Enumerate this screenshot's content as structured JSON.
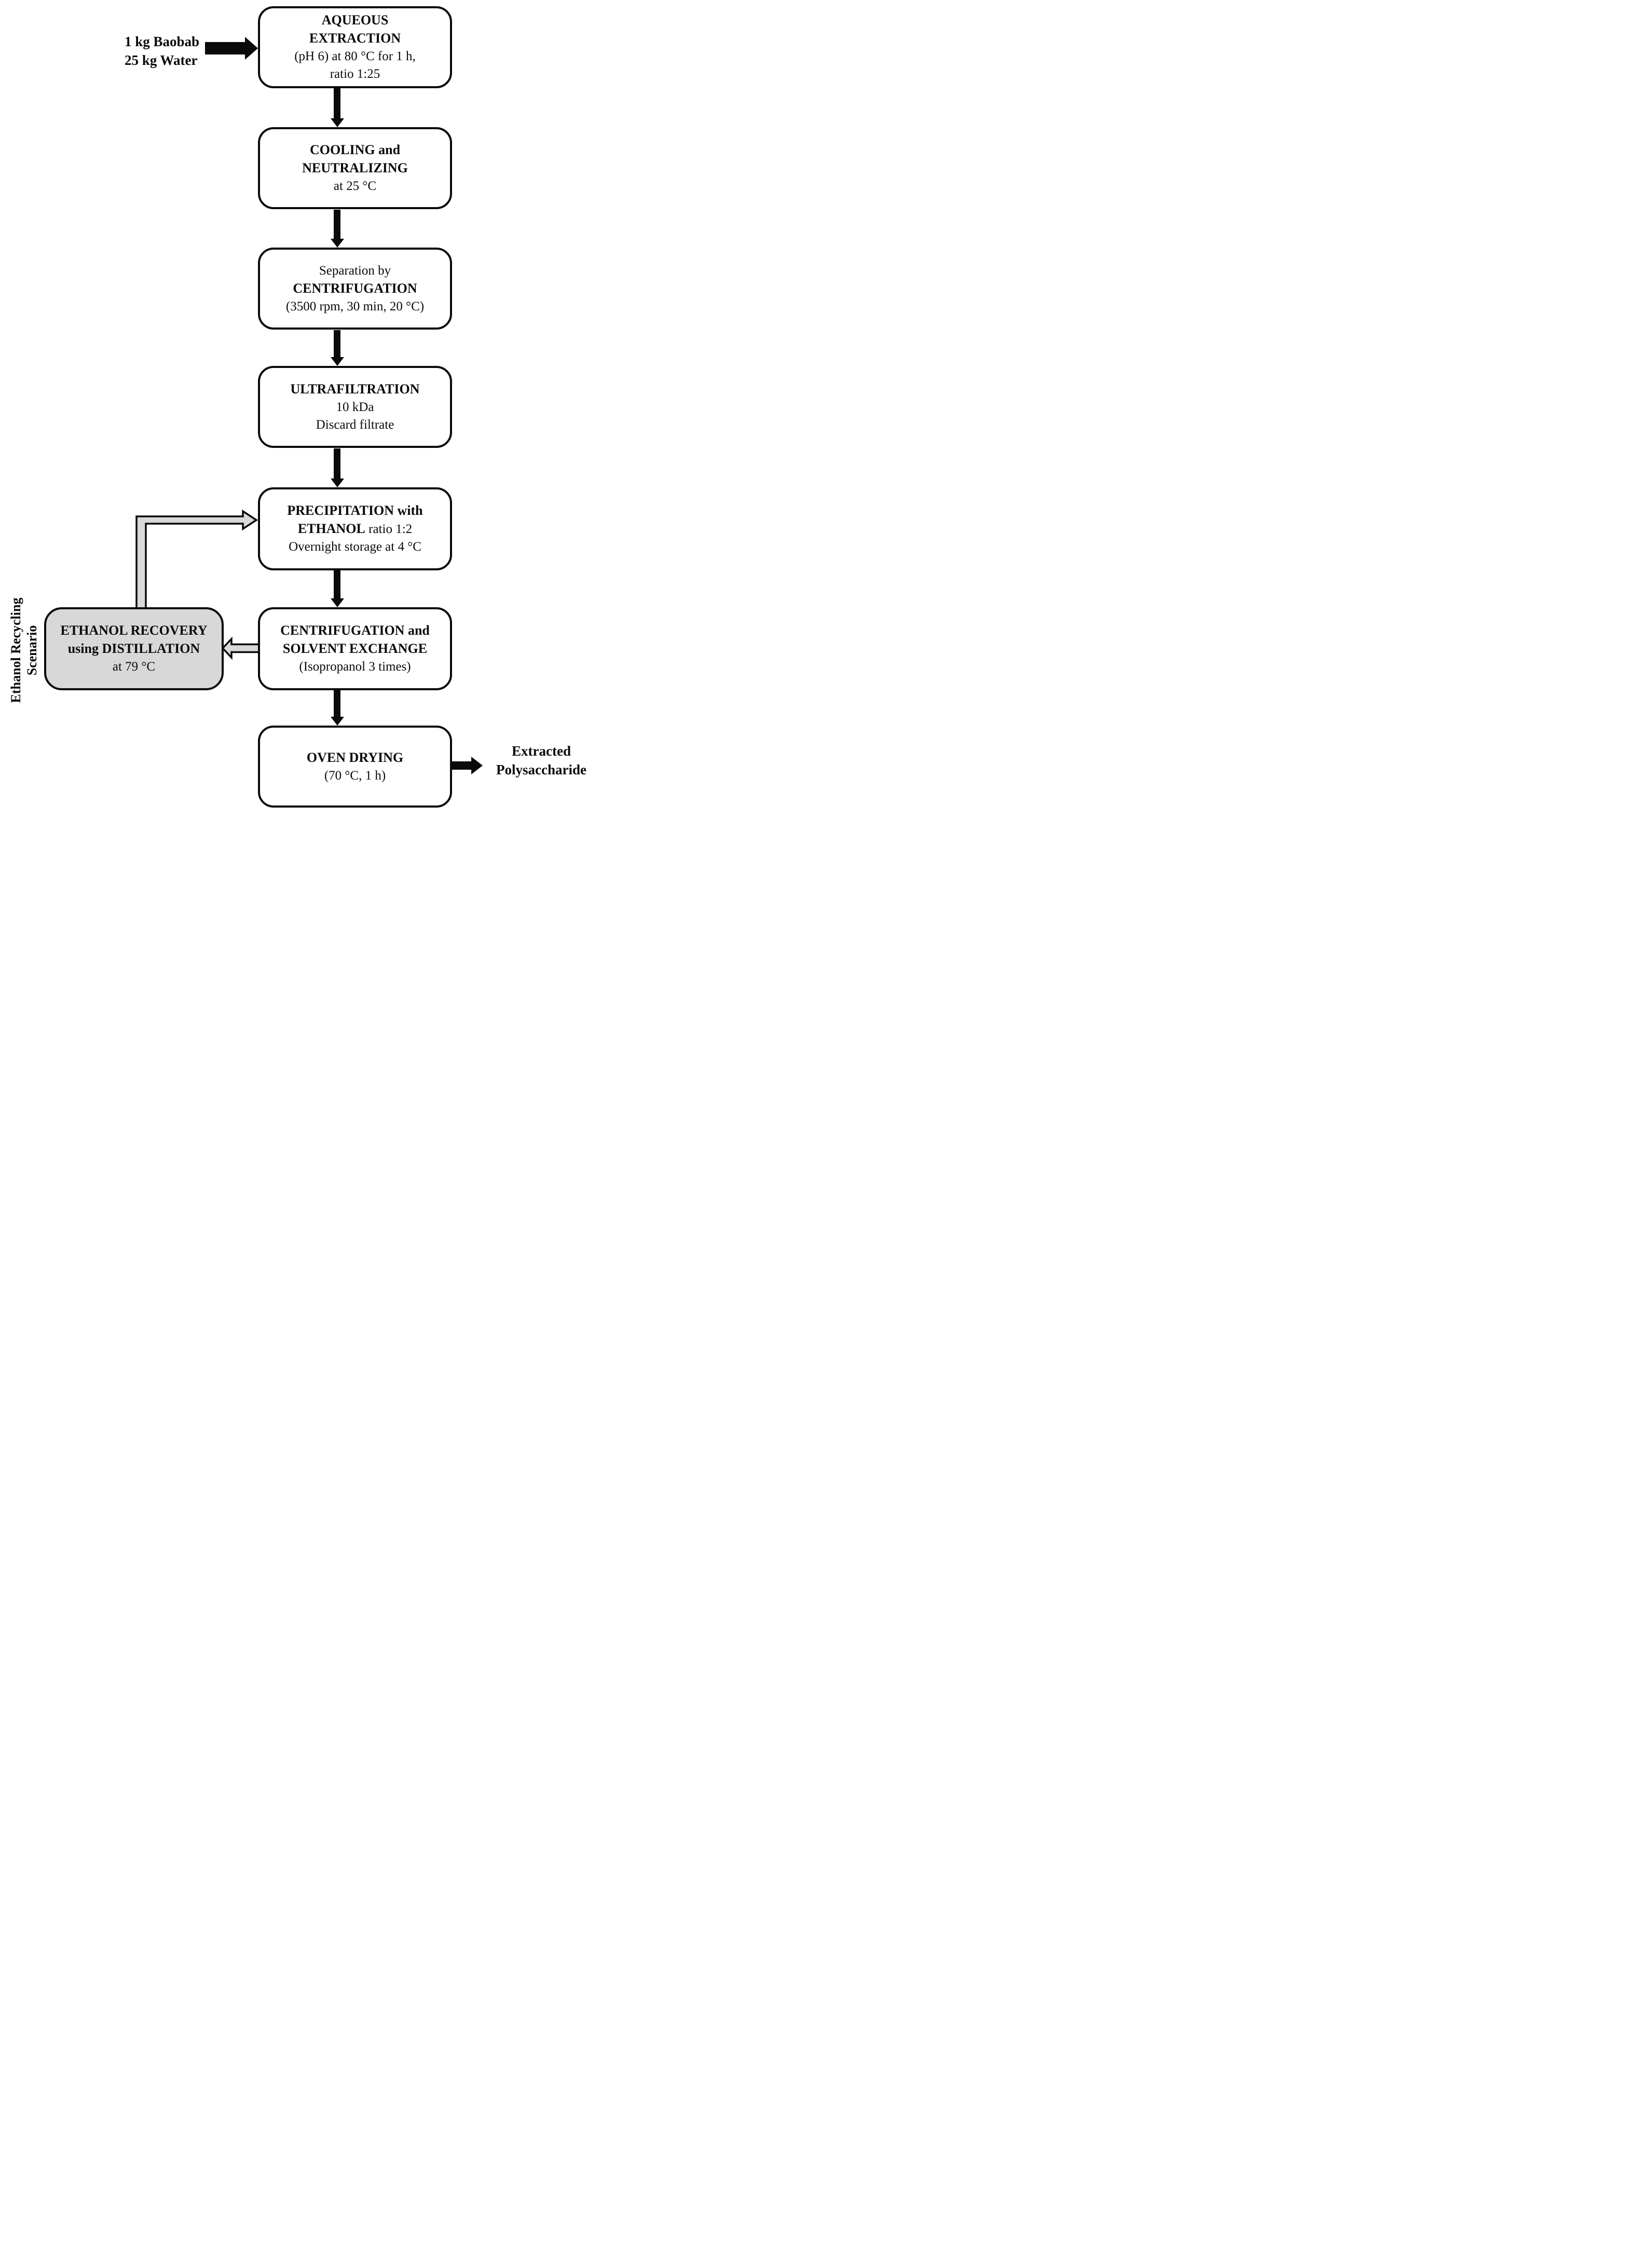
{
  "diagram": {
    "input_label": {
      "lines": [
        "1 kg Baobab",
        "25 kg Water"
      ]
    },
    "output_label": {
      "lines": [
        "Extracted",
        "Polysaccharide"
      ]
    },
    "side_label": {
      "lines": [
        "Ethanol Recycling",
        "Scenario"
      ]
    },
    "boxes": [
      {
        "id": "aqueous-extraction",
        "pre": [],
        "title": [
          "AQUEOUS",
          "EXTRACTION"
        ],
        "suffix": "",
        "details": [
          "(pH 6) at 80 °C for 1 h,",
          "ratio 1:25"
        ]
      },
      {
        "id": "cooling-neutralizing",
        "pre": [],
        "title": [
          "COOLING and",
          "NEUTRALIZING"
        ],
        "suffix": "",
        "details": [
          "at 25 °C"
        ]
      },
      {
        "id": "centrifugation-separation",
        "pre": [
          "Separation by"
        ],
        "title": [
          "CENTRIFUGATION"
        ],
        "suffix": "",
        "details": [
          "(3500 rpm, 30 min, 20 °C)"
        ]
      },
      {
        "id": "ultrafiltration",
        "pre": [],
        "title": [
          "ULTRAFILTRATION"
        ],
        "suffix": "",
        "details": [
          "10 kDa",
          "Discard filtrate"
        ]
      },
      {
        "id": "precipitation-ethanol",
        "pre": [],
        "title": [
          "PRECIPITATION with",
          "ETHANOL"
        ],
        "suffix": " ratio 1:2",
        "details": [
          "Overnight storage at 4 °C"
        ]
      },
      {
        "id": "centrifugation-solvent-exchange",
        "pre": [],
        "title": [
          "CENTRIFUGATION and",
          "SOLVENT EXCHANGE"
        ],
        "suffix": "",
        "details": [
          "(Isopropanol 3 times)"
        ]
      },
      {
        "id": "oven-drying",
        "pre": [],
        "title": [
          "OVEN DRYING"
        ],
        "suffix": "",
        "details": [
          "(70 °C, 1 h)"
        ]
      }
    ],
    "recovery_box": {
      "id": "ethanol-recovery-distillation",
      "pre": [],
      "title": [
        "ETHANOL RECOVERY",
        "using DISTILLATION"
      ],
      "suffix": "",
      "details": [
        "at 79 °C"
      ]
    },
    "colors": {
      "background": "#ffffff",
      "stroke": "#0a0a0a",
      "box_fill": "#ffffff",
      "recovery_fill": "#d8d8d8",
      "recycle_arrow_fill": "#d8d8d8"
    }
  }
}
